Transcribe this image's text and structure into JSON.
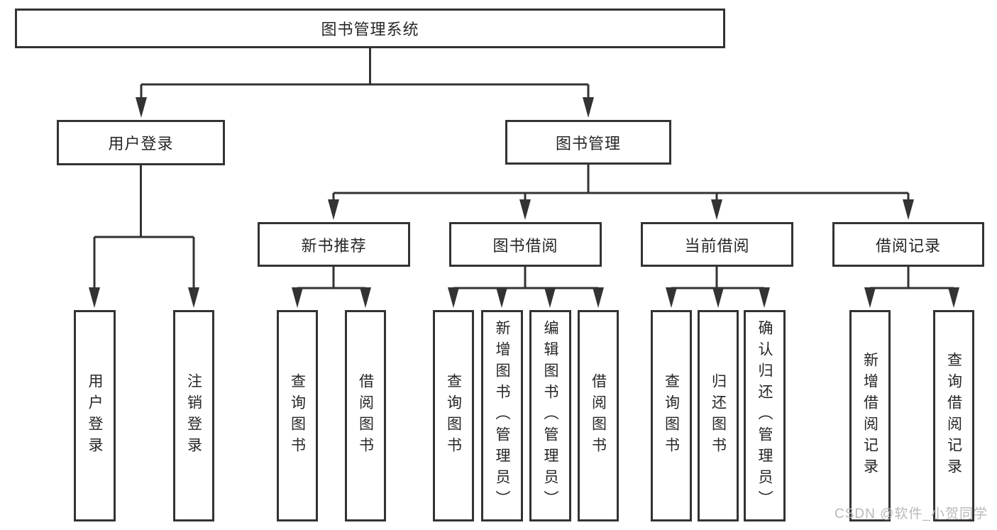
{
  "diagram_title": "图书管理系统",
  "nodes": {
    "root": {
      "label": "图书管理系统"
    },
    "l2": [
      {
        "label": "用户登录",
        "parent": "图书管理系统"
      },
      {
        "label": "图书管理",
        "parent": "图书管理系统"
      }
    ],
    "l3": [
      {
        "label": "新书推荐",
        "parent": "图书管理"
      },
      {
        "label": "图书借阅",
        "parent": "图书管理"
      },
      {
        "label": "当前借阅",
        "parent": "图书管理"
      },
      {
        "label": "借阅记录",
        "parent": "图书管理"
      }
    ],
    "leaves": [
      {
        "label": "用户登录",
        "parent": "用户登录"
      },
      {
        "label": "注销登录",
        "parent": "用户登录"
      },
      {
        "label": "查询图书",
        "parent": "新书推荐"
      },
      {
        "label": "借阅图书",
        "parent": "新书推荐"
      },
      {
        "label": "查询图书",
        "parent": "图书借阅"
      },
      {
        "label": "新增图书（管理员）",
        "parent": "图书借阅"
      },
      {
        "label": "编辑图书（管理员）",
        "parent": "图书借阅"
      },
      {
        "label": "借阅图书",
        "parent": "图书借阅"
      },
      {
        "label": "查询图书",
        "parent": "当前借阅"
      },
      {
        "label": "归还图书",
        "parent": "当前借阅"
      },
      {
        "label": "确认归还（管理员）",
        "parent": "当前借阅"
      },
      {
        "label": "新增借阅记录",
        "parent": "借阅记录"
      },
      {
        "label": "查询借阅记录",
        "parent": "借阅记录"
      }
    ]
  },
  "watermark": {
    "text": "CSDN @软件_小贺同学"
  },
  "colors": {
    "line": "#333333",
    "box_border": "#333333",
    "text": "#262626",
    "background": "#ffffff",
    "watermark": "#b9b9b9"
  }
}
